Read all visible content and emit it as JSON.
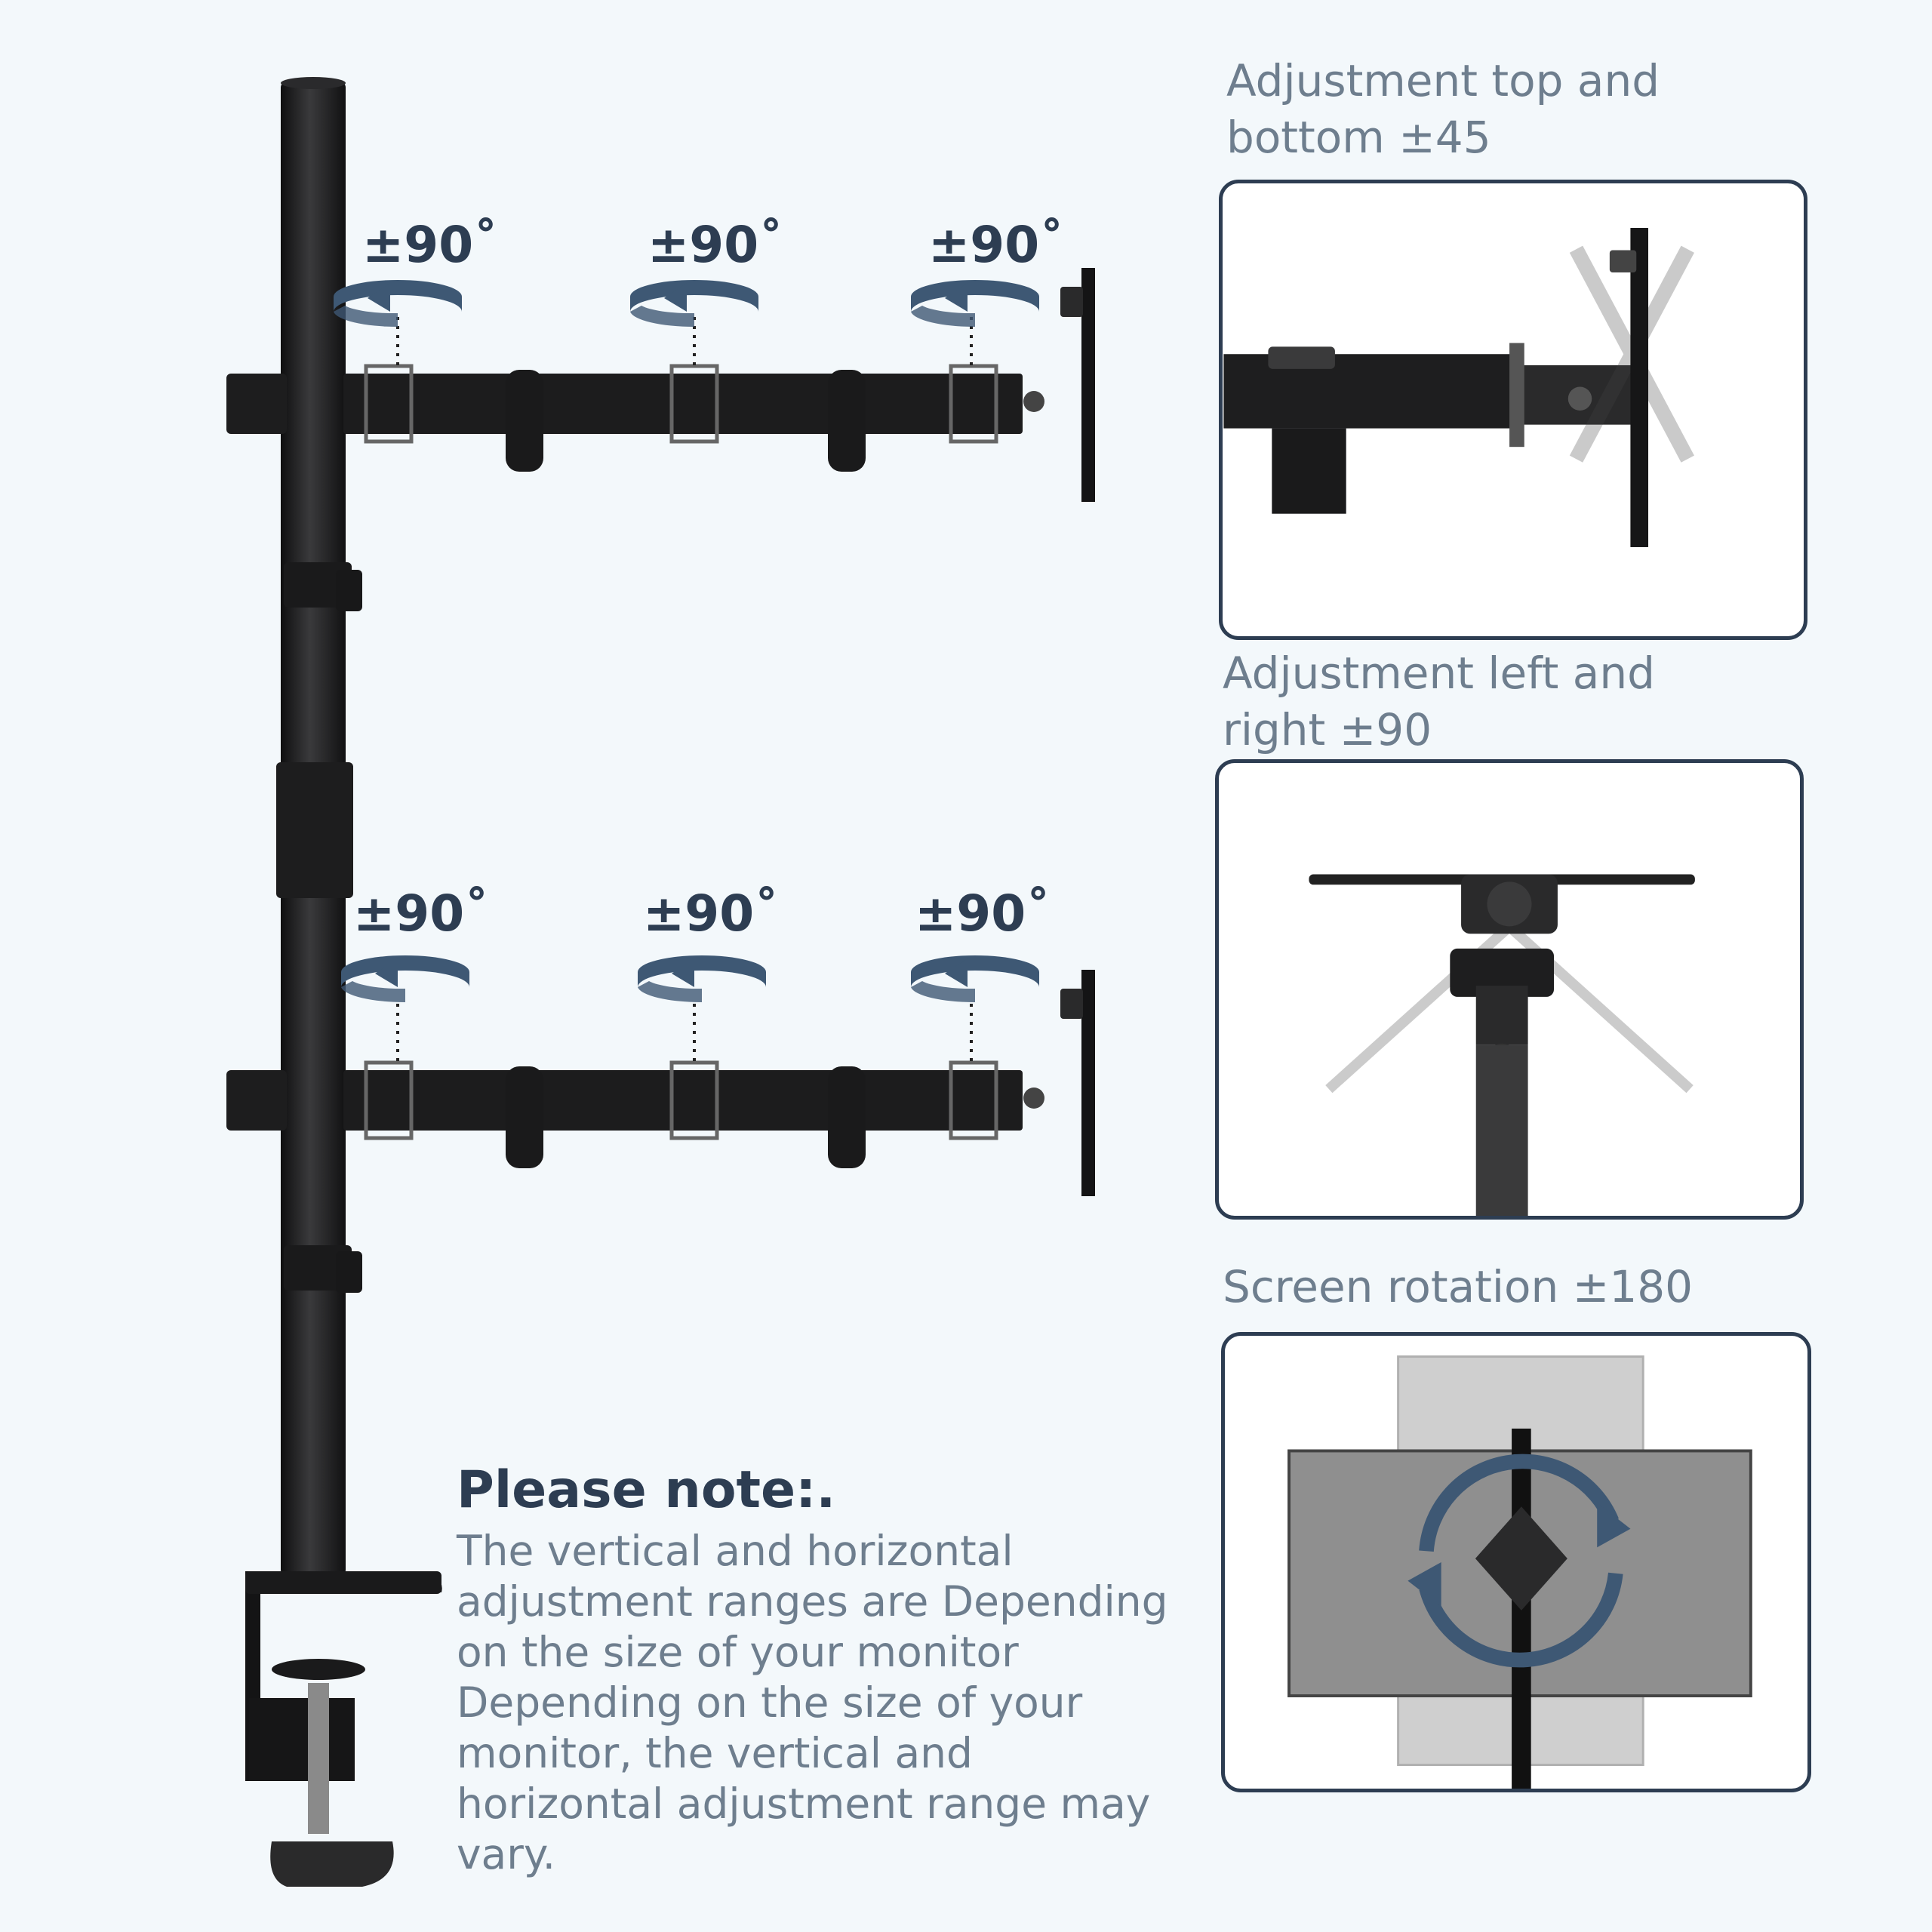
{
  "rotation_labels": [
    "±90˚",
    "±90˚",
    "±90˚",
    "±90˚",
    "±90˚",
    "±90˚"
  ],
  "panels": [
    {
      "caption": "Adjustment top and bottom ±45"
    },
    {
      "caption": "Adjustment left and right ±90"
    },
    {
      "caption": "Screen rotation ±180"
    }
  ],
  "note": {
    "title": "Please note:.",
    "body": "The vertical and horizontal adjustment ranges are Depending on the size of your monitor Depending on the size of your monitor, the vertical and horizontal adjustment range may vary."
  },
  "colors": {
    "accent": "#2d3d52",
    "arrow": "#3e5874",
    "text": "#6e7e8e",
    "background": "#f3f8fb"
  }
}
